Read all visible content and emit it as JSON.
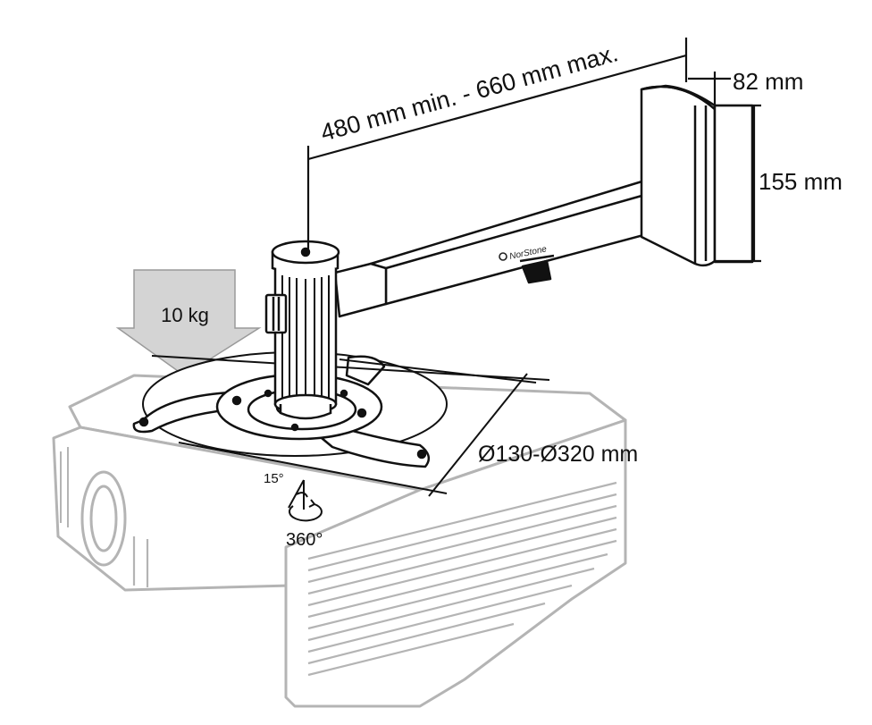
{
  "labels": {
    "arm_length": "480 mm min. - 660 mm max.",
    "depth": "82 mm",
    "height": "155 mm",
    "load": "10 kg",
    "diameter": "Ø130-Ø320 mm",
    "tilt": "15°",
    "rotation": "360°",
    "brand": "NorStone"
  },
  "colors": {
    "line": "#111111",
    "projector_outline": "#b4b4b4",
    "arrow_fill": "#d4d4d4",
    "background": "#ffffff"
  }
}
